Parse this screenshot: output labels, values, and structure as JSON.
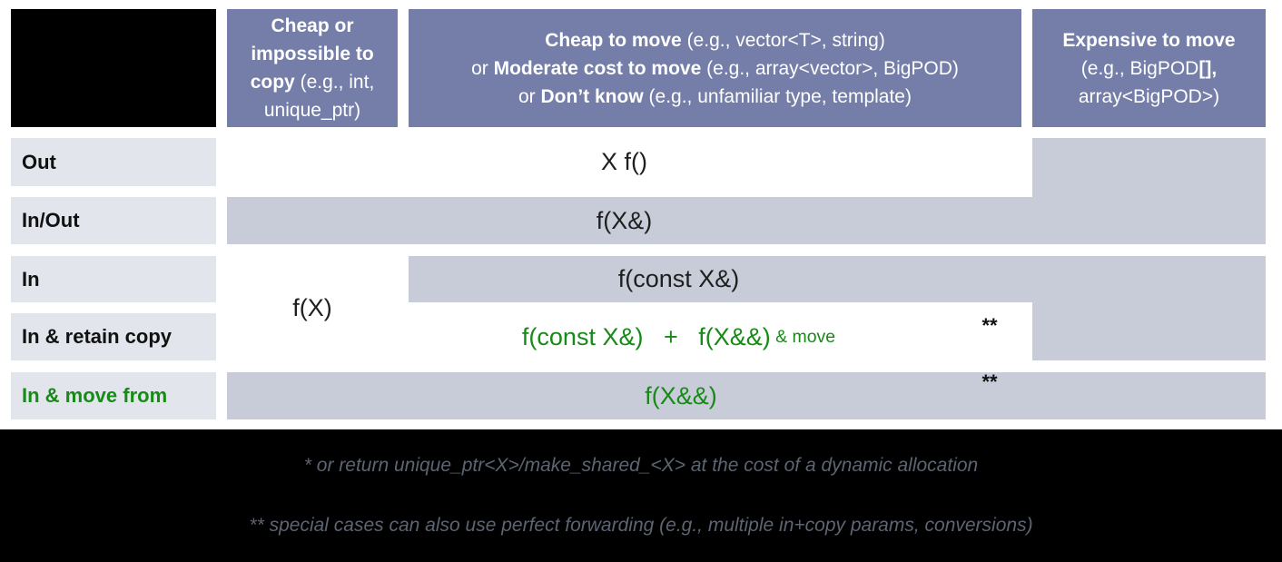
{
  "colors": {
    "header-bg": "#747ea8",
    "cell-bg": "#c8ccd9",
    "label-bg": "#e2e5ec",
    "green": "#178a17",
    "code-text": "#1f1f1f",
    "footnote-text": "#5d6472",
    "header-text": "#ffffff"
  },
  "table": {
    "headers": {
      "cheap_copy_lines": [
        [
          {
            "t": "Cheap or",
            "b": true
          }
        ],
        [
          {
            "t": "impossible to",
            "b": true
          }
        ],
        [
          {
            "t": "copy ",
            "b": true
          },
          {
            "t": "(e.g., int,"
          }
        ],
        [
          {
            "t": "unique_ptr)"
          }
        ]
      ],
      "move_cost_lines": [
        [
          {
            "t": "Cheap to move ",
            "b": true
          },
          {
            "t": "(e.g., vector<T>, string)"
          }
        ],
        [
          {
            "t": "or "
          },
          {
            "t": "Moderate cost to move ",
            "b": true
          },
          {
            "t": "(e.g., array<vector>, BigPOD)"
          }
        ],
        [
          {
            "t": "or "
          },
          {
            "t": "Don’t know ",
            "b": true
          },
          {
            "t": "(e.g., unfamiliar type, template)"
          }
        ]
      ],
      "expensive_move_lines": [
        [
          {
            "t": "Expensive to move",
            "b": true
          }
        ],
        [
          {
            "t": "(e.g., BigPOD"
          },
          {
            "t": "[],",
            "b": true
          }
        ],
        [
          {
            "t": "array<BigPOD>)"
          }
        ]
      ]
    },
    "row_labels": [
      {
        "text": "Out"
      },
      {
        "text": "In/Out"
      },
      {
        "text": "In"
      },
      {
        "text": "In & retain copy"
      },
      {
        "text": "In & move from"
      }
    ],
    "cells": {
      "out": "X f()",
      "in_out": "f(X&)",
      "in_cheap_copy": "f(X)",
      "in_const_ref": "f(const X&)",
      "in_retain_segments": [
        {
          "t": "f(const X&)"
        },
        {
          "t": "   +   "
        },
        {
          "t": "f(X&&)"
        },
        {
          "t": " & move",
          "small": true
        }
      ],
      "in_move_from": "f(X&&)",
      "double_star": "**"
    }
  },
  "footnotes": {
    "line1": "* or return unique_ptr<X>/make_shared_<X> at the cost of a dynamic allocation",
    "line2": "** special cases can also use perfect forwarding (e.g., multiple in+copy params, conversions)"
  }
}
